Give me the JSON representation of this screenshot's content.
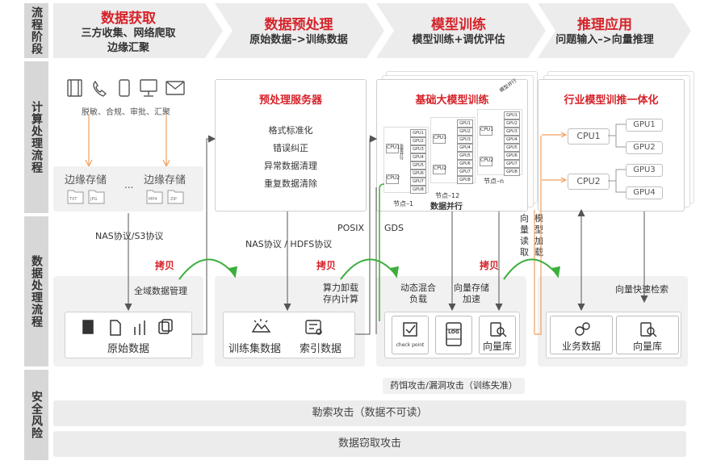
{
  "row_labels": {
    "stage": "流程阶段",
    "compute": "计算处理流程",
    "data": "数据处理流程",
    "security": "安全风险"
  },
  "stages": [
    {
      "title": "数据获取",
      "sub1": "三方收集、网络爬取",
      "sub2": "边缘汇聚"
    },
    {
      "title": "数据预处理",
      "sub1": "原始数据–>训练数据",
      "sub2": ""
    },
    {
      "title": "模型训练",
      "sub1": "模型训练+调优评估",
      "sub2": ""
    },
    {
      "title": "推理应用",
      "sub1": "问题输入–>向量推理",
      "sub2": ""
    }
  ],
  "acquire": {
    "actions": "脱敏、合规、审批、汇聚",
    "edge1": "边缘存储",
    "edge2": "边缘存储",
    "ellipsis": "...",
    "files": [
      "TXT",
      "JPG",
      "MP4",
      "ZIP"
    ],
    "protocol": "NAS协议/S3协议"
  },
  "preprocess": {
    "title": "预处理服务器",
    "items": [
      "格式标准化",
      "错误纠正",
      "异常数据清理",
      "重复数据清除"
    ],
    "protocol": "NAS协议 / HDFS协议"
  },
  "training": {
    "title": "基础大模型训练",
    "corner": "模型并行",
    "cpu": "CPU1",
    "cpu2": "CPU2",
    "gpus": [
      "GPU1",
      "GPU2",
      "GPU3",
      "GPU4",
      "GPU5",
      "GPU6",
      "GPU7",
      "GPU8"
    ],
    "node1": "节点–1",
    "node12": "节点–12",
    "noden": "节点–n",
    "parallel": "数据并行",
    "side": "张量并行"
  },
  "inference": {
    "title": "行业模型训推一体化",
    "cpu1": "CPU1",
    "cpu2": "CPU2",
    "gpus": [
      "GPU1",
      "GPU2",
      "GPU3",
      "GPU4"
    ]
  },
  "middle_labels": {
    "posix": "POSIX",
    "gds": "GDS",
    "vec_read": "向量读取",
    "model_load": "模型加载",
    "copy1": "拷贝",
    "copy2": "拷贝",
    "copy3": "拷贝"
  },
  "data_flow": {
    "global_mgmt": "全域数据管理",
    "raw": "原始数据",
    "offload1": "算力卸载",
    "offload2": "存内计算",
    "train_set": "训练集数据",
    "index": "索引数据",
    "mixed1": "动态混合",
    "mixed2": "负载",
    "vec_store1": "向量存储",
    "vec_store2": "加速",
    "checkpoint": "check point",
    "log": "LOG",
    "vec_db": "向量库",
    "vec_search": "向量快速检索",
    "business": "业务数据",
    "vec_db2": "向量库"
  },
  "security": {
    "poison": "药饵攻击/漏洞攻击（训练失准）",
    "ransom": "勒索攻击（数据不可读）",
    "theft": "数据窃取攻击"
  },
  "colors": {
    "accent": "#d6232a",
    "green": "#3cae3c",
    "orange": "#f0a060",
    "panel": "#f1f1f1",
    "label": "#d7d7d7"
  }
}
